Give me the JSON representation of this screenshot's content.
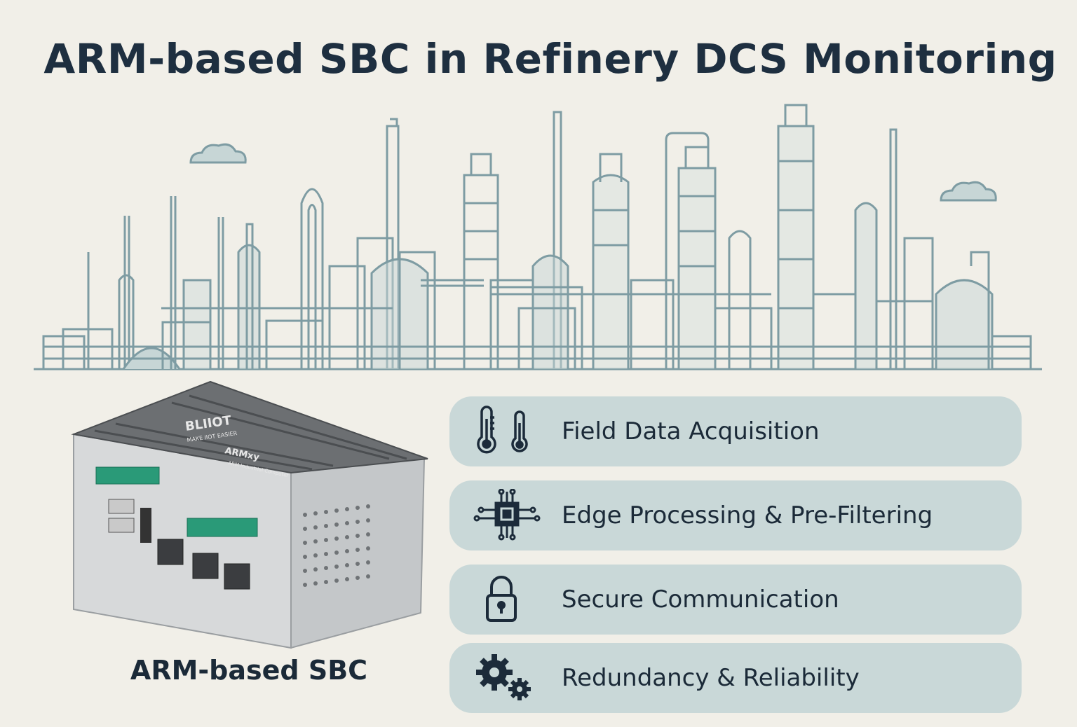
{
  "title": "ARM-based SBC in Refinery DCS Monitoring",
  "device": {
    "caption": "ARM-based SBC",
    "brand": "BLIIOT",
    "tagline": "MAKE IIOT EASIER",
    "model": "ARMxy",
    "subtitle": "ARM Industrial Computer"
  },
  "features": [
    {
      "label": "Field Data Acquisition",
      "icon": "thermometer-icon"
    },
    {
      "label": "Edge Processing & Pre-Filtering",
      "icon": "processor-chip-icon"
    },
    {
      "label": "Secure Communication",
      "icon": "padlock-icon"
    },
    {
      "label": "Redundancy & Reliability",
      "icon": "gears-icon"
    }
  ],
  "colors": {
    "background": "#f1efe8",
    "skyline_stroke": "#7e9ca3",
    "skyline_fill": "#c7d6d6",
    "card": "#c9d8d8",
    "text": "#1c2b3a"
  }
}
